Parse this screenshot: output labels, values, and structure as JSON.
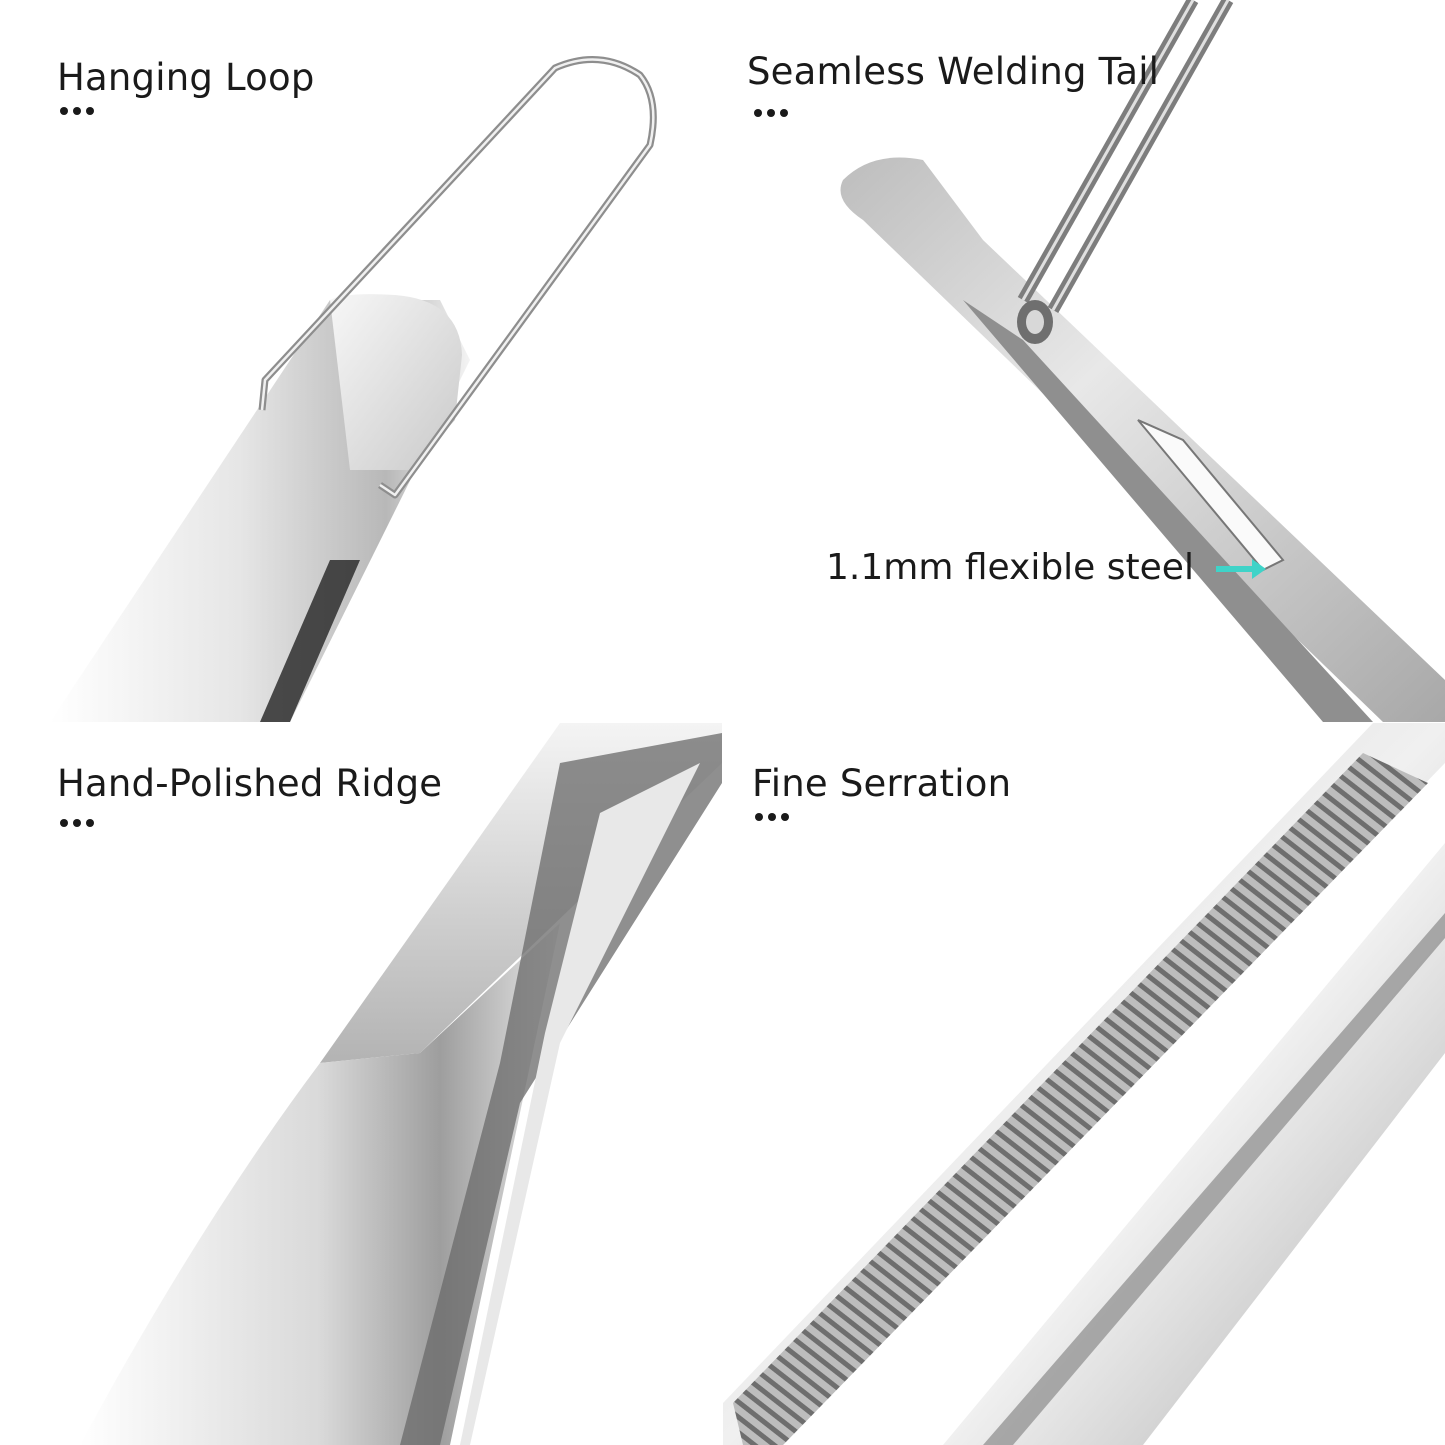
{
  "panels": [
    {
      "title": "Hanging Loop"
    },
    {
      "title": "Seamless Welding Tail",
      "annotation": "1.1mm flexible steel"
    },
    {
      "title": "Hand-Polished Ridge"
    },
    {
      "title": "Fine Serration"
    }
  ],
  "colors": {
    "accent_arrow": "#3fd3c8",
    "steel_light": "#f2f2f2",
    "steel_dark": "#9a9a9a"
  }
}
